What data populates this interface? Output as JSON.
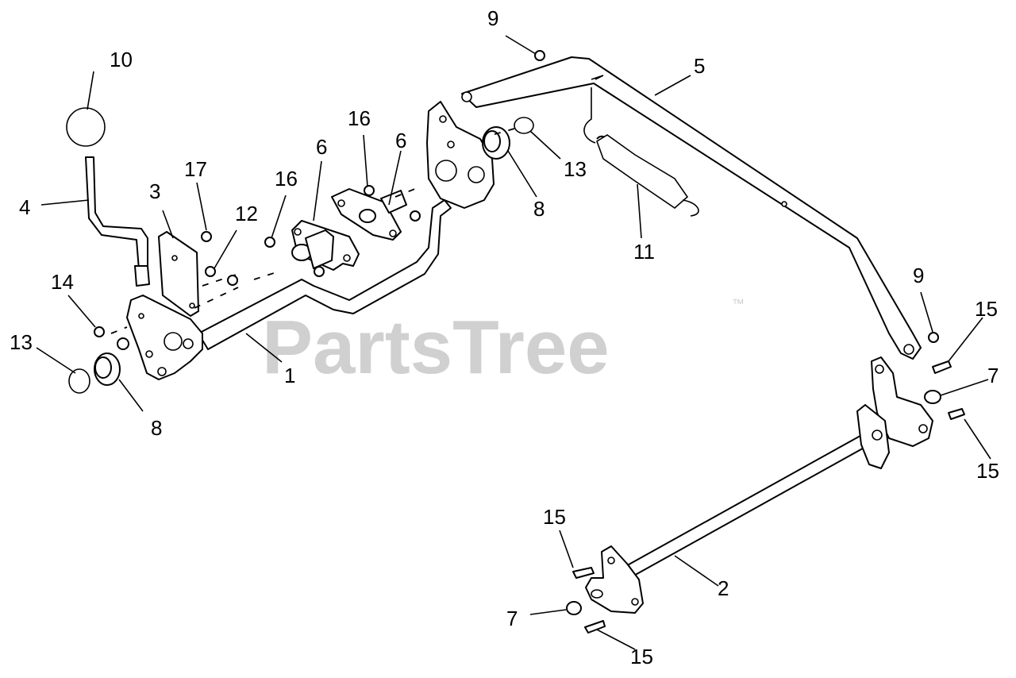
{
  "watermark": {
    "text": "PartsTree",
    "trademark": "™"
  },
  "callouts": {
    "c1": "1",
    "c2": "2",
    "c3": "3",
    "c4": "4",
    "c5": "5",
    "c6a": "6",
    "c6b": "6",
    "c7a": "7",
    "c7b": "7",
    "c8a": "8",
    "c8b": "8",
    "c9a": "9",
    "c9b": "9",
    "c10": "10",
    "c11": "11",
    "c12": "12",
    "c13a": "13",
    "c13b": "13",
    "c14": "14",
    "c15a": "15",
    "c15b": "15",
    "c15c": "15",
    "c15d": "15",
    "c16a": "16",
    "c16b": "16",
    "c17": "17"
  }
}
